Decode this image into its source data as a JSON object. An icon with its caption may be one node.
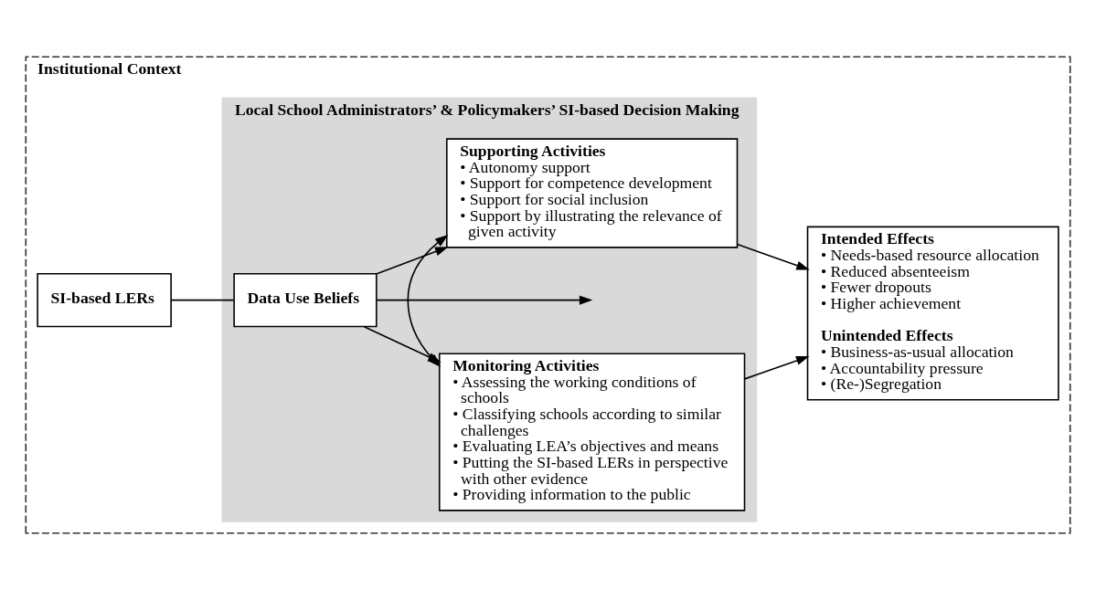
{
  "diagram": {
    "nodes": [
      {
        "text": [
          "Institutional Context"
        ]
      },
      {
        "text": [
          "Local School Administrators’ & Policymakers’ SI-based Decision Making"
        ],
        "in": 0
      },
      {
        "text": [
          "SI-based LERs"
        ],
        "in": 0
      },
      {
        "text": [
          "Data Use Beliefs"
        ],
        "in": 1
      },
      {
        "text": [
          "Monitoring Activities",
          "• Assessing the working conditions of schools",
          "• Classifying schools according to similar challenges",
          "• Evaluating LEA’s objectives and means",
          "• Putting the SI-based LERs in perspective with other evidence",
          "• Providing information to the public"
        ],
        "in": 1
      },
      {
        "text": [
          "Supporting Activities",
          "• Autonomy support",
          "• Support for competence development",
          "• Support for social inclusion",
          "• Support by illustrating the relevance of given activity"
        ],
        "in": 1
      },
      {
        "text": [
          "Intended Effects",
          "• Needs-based resource allocation",
          "• Reduced absenteeism",
          "• Fewer dropouts",
          "• Higher achievement",
          "Unintended Effects",
          "• Business-as-usual allocation",
          "• Accountability pressure",
          "• (Re-)Segregation"
        ],
        "in": 0
      }
    ],
    "edges": [
      {
        "from": 2,
        "to": 3,
        "arrow": "none"
      },
      {
        "from": 3,
        "to": 4,
        "arrow": "to"
      },
      {
        "from": 3,
        "to": null,
        "arrow": "to"
      },
      {
        "from": 3,
        "to": 5,
        "arrow": "to"
      },
      {
        "from": 4,
        "to": 5,
        "arrow": "both"
      },
      {
        "from": 4,
        "to": 6,
        "arrow": "to"
      },
      {
        "from": 5,
        "to": 6,
        "arrow": "to"
      }
    ]
  }
}
